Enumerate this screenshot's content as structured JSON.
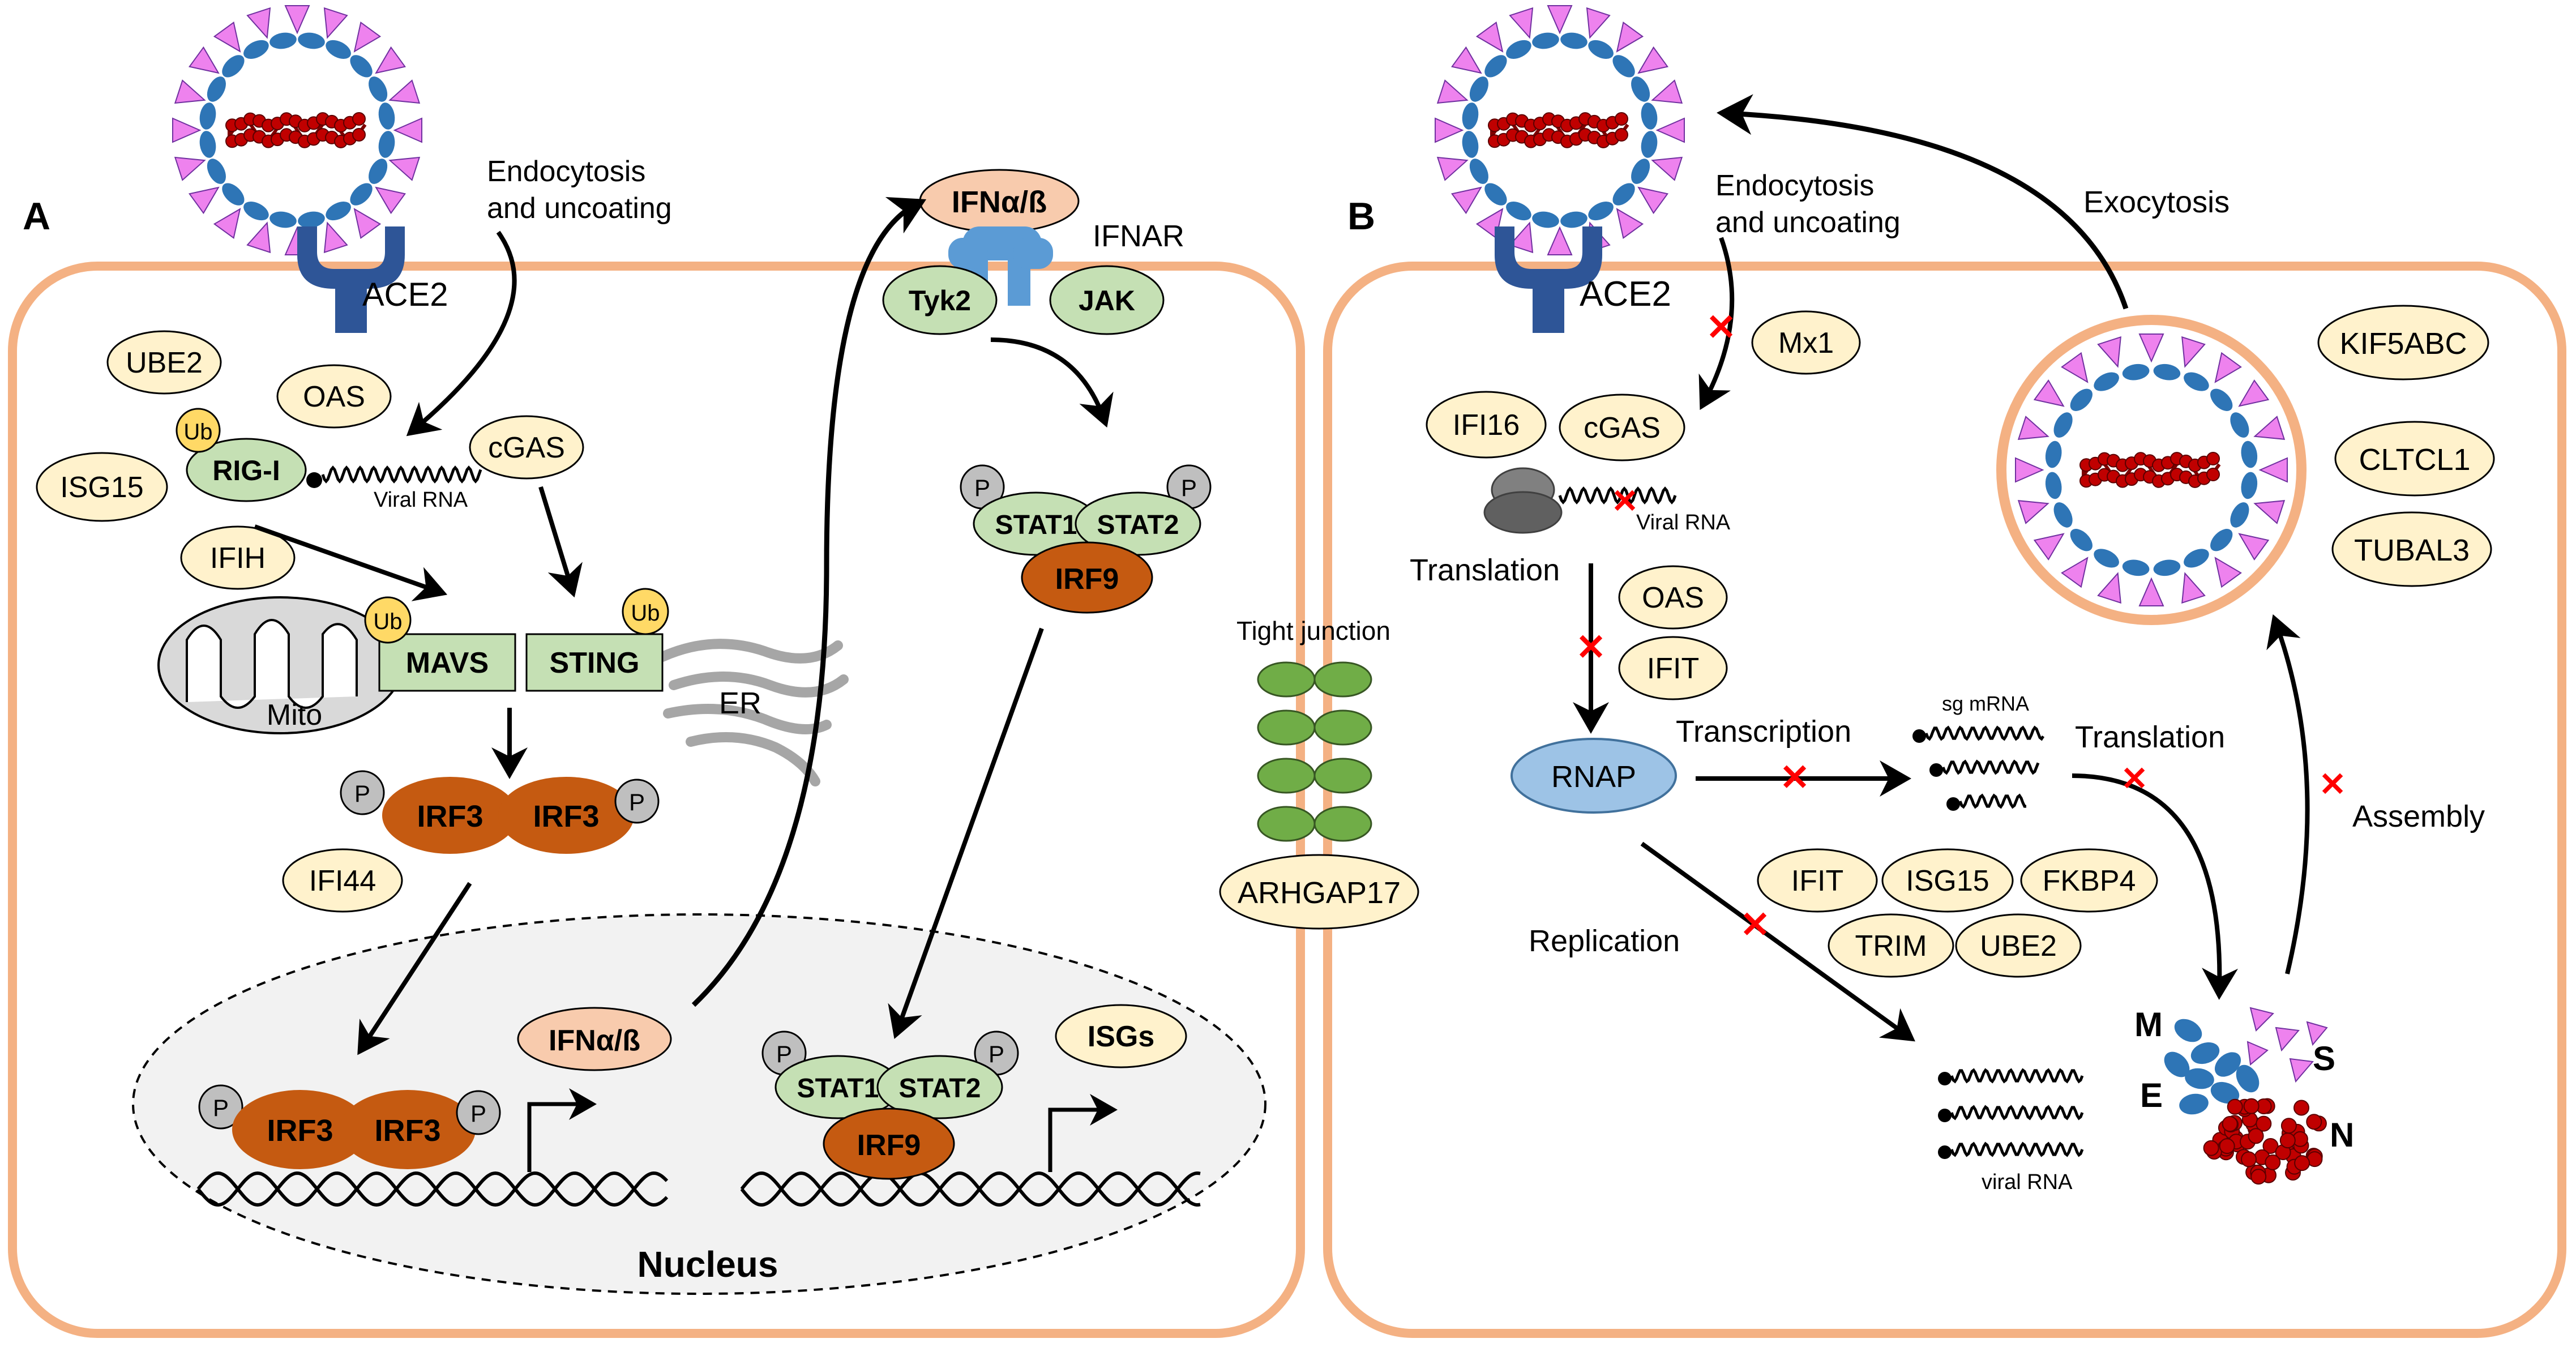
{
  "colors": {
    "cell_border": "#F4B183",
    "cream": "#FFF2CC",
    "green": "#C5E0B4",
    "green_dark": "#70AD47",
    "irf_brown": "#C55A11",
    "ifn_salmon": "#F8CBAD",
    "ace2_blue": "#2E5597",
    "ifnar_blue": "#5B9BD5",
    "rnap_blue": "#9DC3E6",
    "ub_yellow": "#FFD966",
    "grey": "#BFBFBF",
    "viral_red": "#C00000",
    "spike_pink": "#EE82EE",
    "block_x": "#FF0000"
  },
  "panel_a": {
    "panel_label": "A",
    "endocytosis_label": "Endocytosis\nand uncoating",
    "receptor_label": "ACE2",
    "ifn_secreted_label": "IFNα/ß",
    "ifnar_label": "IFNAR",
    "tyk2_label": "Tyk2",
    "jak_label": "JAK",
    "ube2_label": "UBE2",
    "oas_label": "OAS",
    "isg15_label": "ISG15",
    "rigi_label": "RIG-I",
    "ub_label": "Ub",
    "viral_rna_label": "Viral RNA",
    "cgas_label": "cGAS",
    "ifih_label": "IFIH",
    "mito_label": "Mito",
    "mavs_label": "MAVS",
    "sting_label": "STING",
    "er_label": "ER",
    "p_label": "P",
    "irf3_label": "IRF3",
    "ifi44_label": "IFI44",
    "stat1_label": "STAT1",
    "stat2_label": "STAT2",
    "irf9_label": "IRF9",
    "ifn_gene_label": "IFNα/ß",
    "isgs_label": "ISGs",
    "nucleus_label": "Nucleus"
  },
  "junction": {
    "tight_junction_label": "Tight junction",
    "arhgap17_label": "ARHGAP17"
  },
  "panel_b": {
    "panel_label": "B",
    "endocytosis_label": "Endocytosis\nand uncoating",
    "receptor_label": "ACE2",
    "exocytosis_label": "Exocytosis",
    "mx1_label": "Mx1",
    "ifi16_label": "IFI16",
    "cgas_label": "cGAS",
    "viral_rna_label": "Viral RNA",
    "translation1_label": "Translation",
    "oas_label": "OAS",
    "ifit_label": "IFIT",
    "rnap_label": "RNAP",
    "transcription_label": "Transcription",
    "sgmrna_label": "sg mRNA",
    "translation2_label": "Translation",
    "replication_label": "Replication",
    "ifit2_label": "IFIT",
    "isg15_label": "ISG15",
    "fkbp4_label": "FKBP4",
    "trim_label": "TRIM",
    "ube2_label": "UBE2",
    "kif5abc_label": "KIF5ABC",
    "cltcl1_label": "CLTCL1",
    "tubal3_label": "TUBAL3",
    "assembly_label": "Assembly",
    "m_label": "M",
    "e_label": "E",
    "s_label": "S",
    "n_label": "N",
    "viral_rna_bottom_label": "viral RNA"
  }
}
